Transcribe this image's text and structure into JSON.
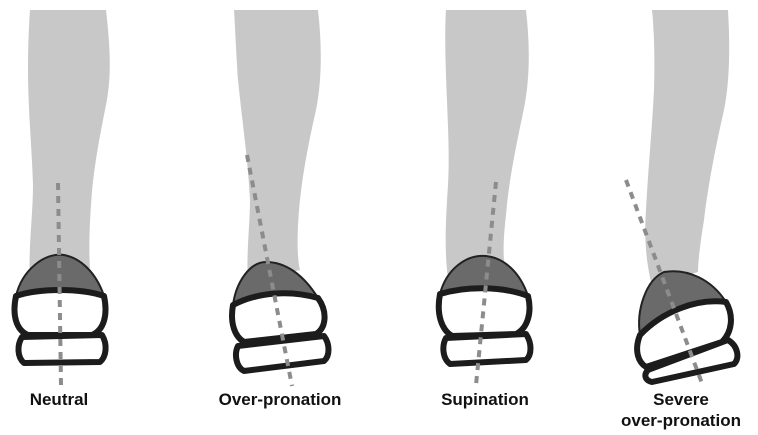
{
  "figures": [
    {
      "id": "neutral",
      "label": "Neutral",
      "label2": ""
    },
    {
      "id": "over-pronation",
      "label": "Over-pronation",
      "label2": ""
    },
    {
      "id": "supination",
      "label": "Supination",
      "label2": ""
    },
    {
      "id": "severe-over-pronation",
      "label": "Severe",
      "label2": "over-pronation"
    }
  ],
  "colors": {
    "leg": "#c8c8c8",
    "heel_counter": "#6a6a6a",
    "outline": "#1c1c1c",
    "axis_line": "#8c8c8c",
    "background": "#ffffff"
  }
}
